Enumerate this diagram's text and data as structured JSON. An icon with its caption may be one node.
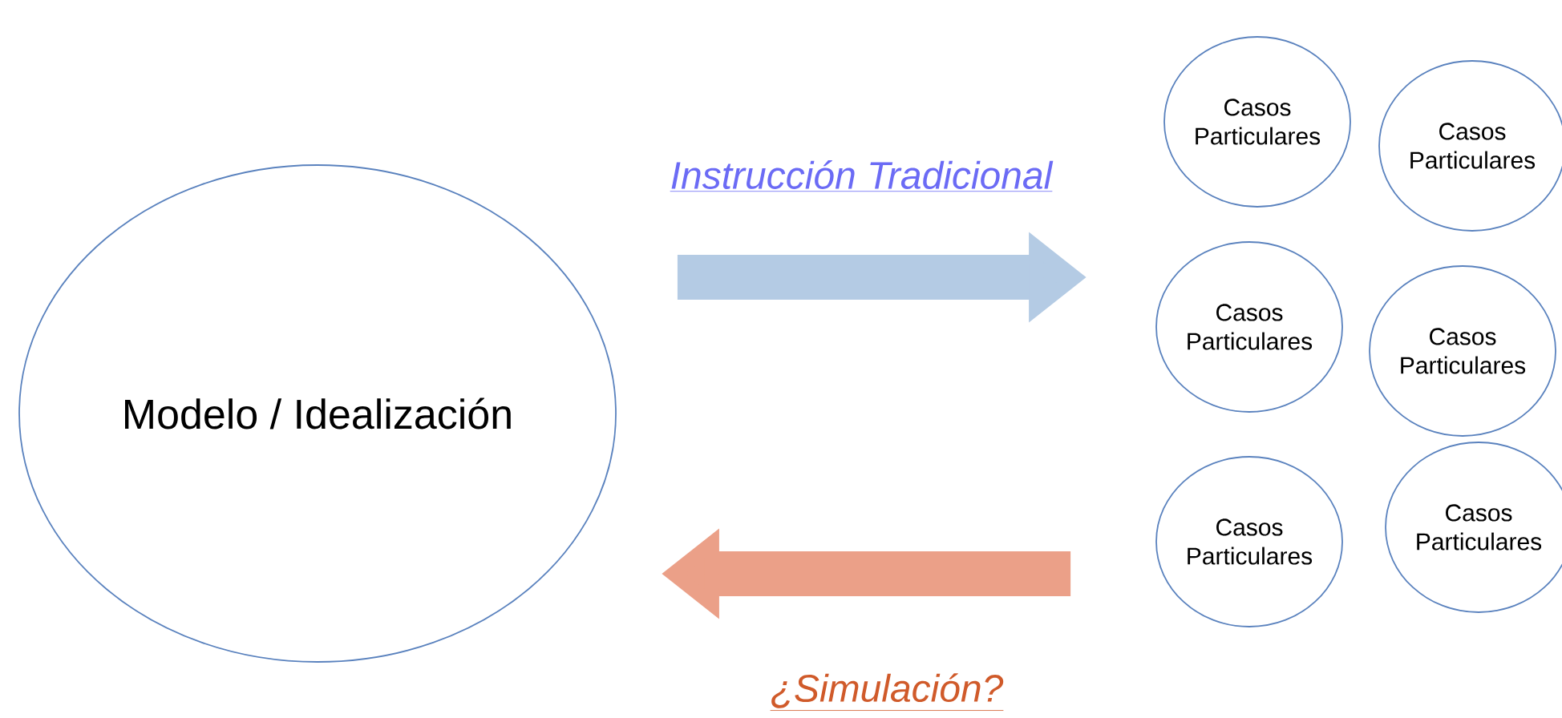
{
  "diagram": {
    "nodes": [
      {
        "text": [
          "Modelo / Idealización"
        ]
      },
      {
        "text": [
          "Casos Particulares"
        ]
      },
      {
        "text": [
          "Casos Particulares"
        ]
      },
      {
        "text": [
          "Casos Particulares"
        ]
      },
      {
        "text": [
          "Casos Particulares"
        ]
      },
      {
        "text": [
          "Casos Particulares"
        ]
      },
      {
        "text": [
          "Casos Particulares"
        ]
      }
    ],
    "edges": [
      {
        "from": 0,
        "to": 3,
        "arrow": "to",
        "label": "Instrucción Tradicional",
        "color": "#b4cbe4"
      },
      {
        "from": 5,
        "to": 0,
        "arrow": "to",
        "label": "¿Simulación?",
        "color": "#eba088"
      }
    ]
  }
}
